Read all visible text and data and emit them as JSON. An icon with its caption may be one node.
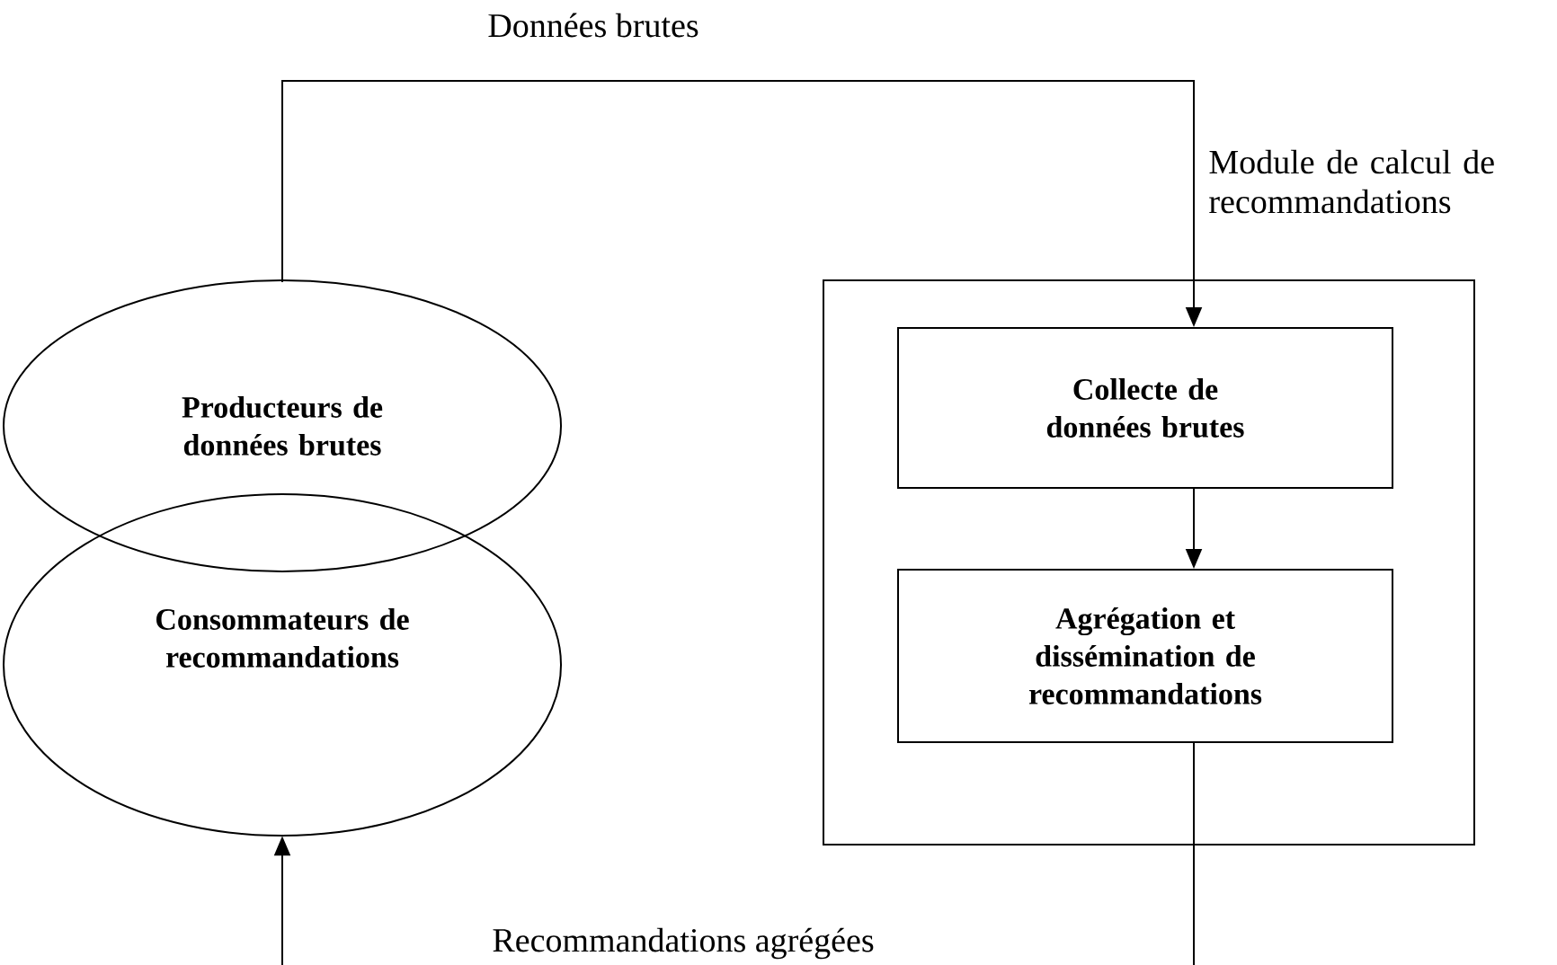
{
  "diagram": {
    "nodes": [
      {
        "text": [
          "Producteurs de données brutes"
        ]
      },
      {
        "text": [
          "Consommateurs de recommandations"
        ]
      },
      {
        "text": [
          "Module de calcul de recommandations"
        ]
      },
      {
        "text": [
          "Collecte de données brutes"
        ],
        "in": 2
      },
      {
        "text": [
          "Agrégation et dissémination de recommandations"
        ],
        "in": 2
      }
    ],
    "edges": [
      {
        "from": 0,
        "to": 3,
        "arrow": "to",
        "label": "Données brutes"
      },
      {
        "from": 3,
        "to": 4,
        "arrow": "to"
      },
      {
        "from": 4,
        "to": 1,
        "arrow": "to",
        "label": "Recommandations agrégées"
      }
    ]
  }
}
